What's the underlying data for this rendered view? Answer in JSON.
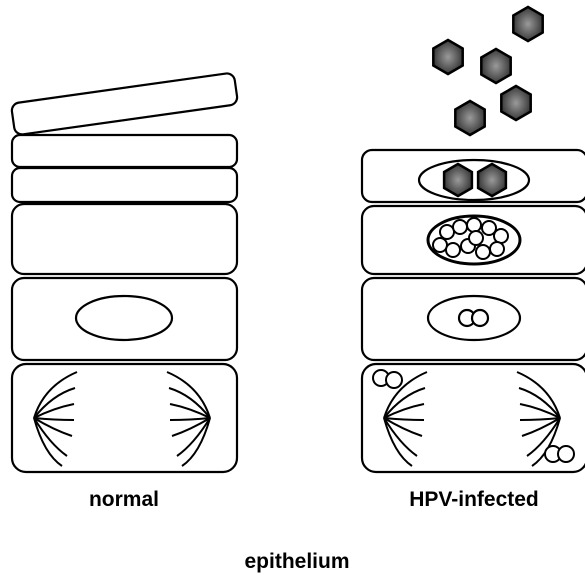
{
  "labels": {
    "normal": "normal",
    "infected": "HPV-infected",
    "tissue": "epithelium"
  },
  "colors": {
    "stroke": "#000000",
    "background": "#ffffff",
    "virion_dark": "#3a3a3a",
    "virion_light": "#9a9a9a"
  }
}
